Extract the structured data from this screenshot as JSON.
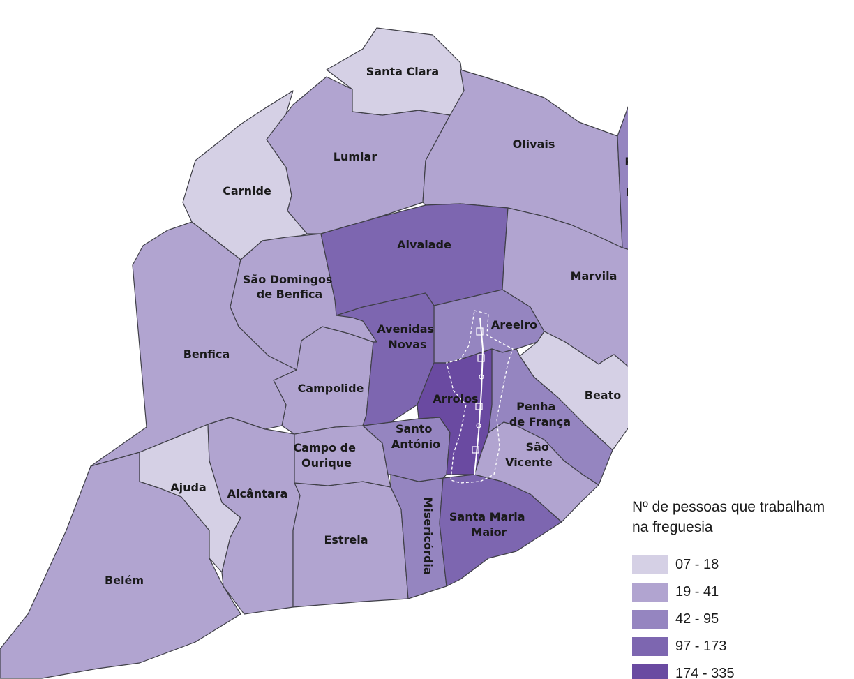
{
  "colors": {
    "c07_18": "#d5d0e5",
    "c19_41": "#b1a4d0",
    "c42_95": "#9585c0",
    "c97_173": "#7d66b0",
    "c174_335": "#6a4aa1"
  },
  "parishes": [
    {
      "id": "santa-clara",
      "name": "Santa Clara",
      "class": "07 - 18"
    },
    {
      "id": "lumiar",
      "name": "Lumiar",
      "class": "19 - 41"
    },
    {
      "id": "olivais",
      "name": "Olivais",
      "class": "19 - 41"
    },
    {
      "id": "parque-das-nacoes",
      "name": "Parque das Nações",
      "class": "42 - 95"
    },
    {
      "id": "carnide",
      "name": "Carnide",
      "class": "07 - 18"
    },
    {
      "id": "alvalade",
      "name": "Alvalade",
      "class": "97 - 173"
    },
    {
      "id": "marvila",
      "name": "Marvila",
      "class": "19 - 41"
    },
    {
      "id": "sao-domingos-de-benfica",
      "name": "São Domingos de Benfica",
      "class": "19 - 41"
    },
    {
      "id": "benfica",
      "name": "Benfica",
      "class": "19 - 41"
    },
    {
      "id": "avenidas-novas",
      "name": "Avenidas Novas",
      "class": "97 - 173"
    },
    {
      "id": "areeiro",
      "name": "Areeiro",
      "class": "42 - 95"
    },
    {
      "id": "beato",
      "name": "Beato",
      "class": "07 - 18"
    },
    {
      "id": "campolide",
      "name": "Campolide",
      "class": "19 - 41"
    },
    {
      "id": "arroios",
      "name": "Arroios",
      "class": "174 - 335"
    },
    {
      "id": "penha-de-franca",
      "name": "Penha de França",
      "class": "42 - 95"
    },
    {
      "id": "santo-antonio",
      "name": "Santo António",
      "class": "42 - 95"
    },
    {
      "id": "sao-vicente",
      "name": "São Vicente",
      "class": "19 - 41"
    },
    {
      "id": "campo-de-ourique",
      "name": "Campo de Ourique",
      "class": "19 - 41"
    },
    {
      "id": "ajuda",
      "name": "Ajuda",
      "class": "07 - 18"
    },
    {
      "id": "alcantara",
      "name": "Alcântara",
      "class": "19 - 41"
    },
    {
      "id": "estrela",
      "name": "Estrela",
      "class": "19 - 41"
    },
    {
      "id": "misericordia",
      "name": "Misericórdia",
      "class": "42 - 95"
    },
    {
      "id": "santa-maria-maior",
      "name": "Santa Maria Maior",
      "class": "97 - 173"
    },
    {
      "id": "belem",
      "name": "Belém",
      "class": "19 - 41"
    }
  ],
  "legend": {
    "title_line1": "Nº de pessoas que trabalham",
    "title_line2": "na freguesia",
    "items": [
      {
        "label": "07 - 18",
        "color": "#d5d0e5"
      },
      {
        "label": "19 - 41",
        "color": "#b1a4d0"
      },
      {
        "label": "42 - 95",
        "color": "#9585c0"
      },
      {
        "label": "97 - 173",
        "color": "#7d66b0"
      },
      {
        "label": "174 - 335",
        "color": "#6a4aa1"
      }
    ]
  }
}
